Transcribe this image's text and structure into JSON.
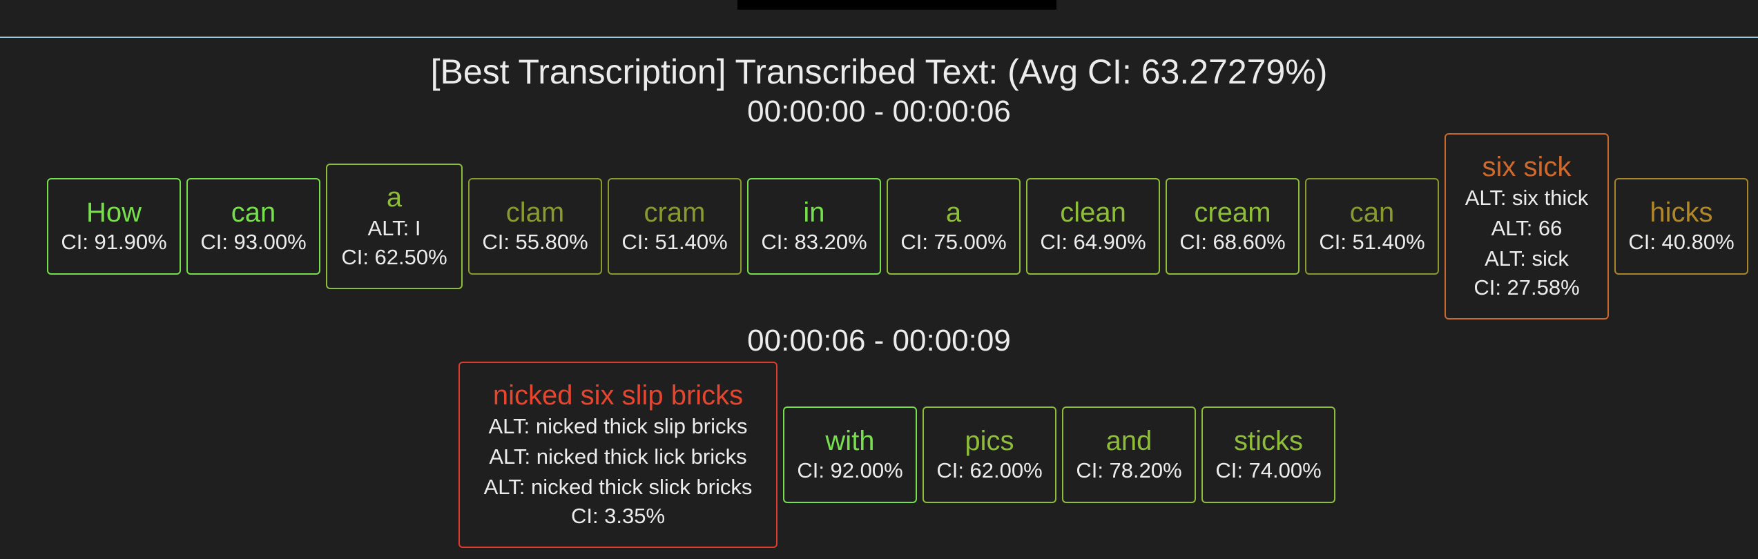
{
  "title": "[Best Transcription] Transcribed Text: (Avg CI: 63.27279%)",
  "segments": [
    {
      "time": "00:00:00 - 00:00:06",
      "words": [
        {
          "text": "How",
          "alts": [],
          "ci": "CI: 91.90%",
          "color": "#76e04c"
        },
        {
          "text": "can",
          "alts": [],
          "ci": "CI: 93.00%",
          "color": "#76e04c"
        },
        {
          "text": "a",
          "alts": [
            "ALT: I"
          ],
          "ci": "CI: 62.50%",
          "color": "#8ebd3a"
        },
        {
          "text": "clam",
          "alts": [],
          "ci": "CI: 55.80%",
          "color": "#8a9a2e"
        },
        {
          "text": "cram",
          "alts": [],
          "ci": "CI: 51.40%",
          "color": "#8a9a2e"
        },
        {
          "text": "in",
          "alts": [],
          "ci": "CI: 83.20%",
          "color": "#76e04c"
        },
        {
          "text": "a",
          "alts": [],
          "ci": "CI: 75.00%",
          "color": "#8ebd3a"
        },
        {
          "text": "clean",
          "alts": [],
          "ci": "CI: 64.90%",
          "color": "#8ebd3a"
        },
        {
          "text": "cream",
          "alts": [],
          "ci": "CI: 68.60%",
          "color": "#8ebd3a"
        },
        {
          "text": "can",
          "alts": [],
          "ci": "CI: 51.40%",
          "color": "#8a9a2e"
        },
        {
          "text": "six sick",
          "alts": [
            "ALT: six thick",
            "ALT: 66",
            "ALT: sick"
          ],
          "ci": "CI: 27.58%",
          "color": "#d0692c"
        },
        {
          "text": "hicks",
          "alts": [],
          "ci": "CI: 40.80%",
          "color": "#b0882a"
        }
      ]
    },
    {
      "time": "00:00:06 - 00:00:09",
      "words": [
        {
          "text": "nicked six slip bricks",
          "alts": [
            "ALT: nicked thick slip bricks",
            "ALT: nicked thick lick bricks",
            "ALT: nicked thick slick bricks"
          ],
          "ci": "CI: 3.35%",
          "color": "#e8452f"
        },
        {
          "text": "with",
          "alts": [],
          "ci": "CI: 92.00%",
          "color": "#76e04c"
        },
        {
          "text": "pics",
          "alts": [],
          "ci": "CI: 62.00%",
          "color": "#8ebd3a"
        },
        {
          "text": "and",
          "alts": [],
          "ci": "CI: 78.20%",
          "color": "#8ebd3a"
        },
        {
          "text": "sticks",
          "alts": [],
          "ci": "CI: 74.00%",
          "color": "#8ebd3a"
        }
      ]
    }
  ]
}
